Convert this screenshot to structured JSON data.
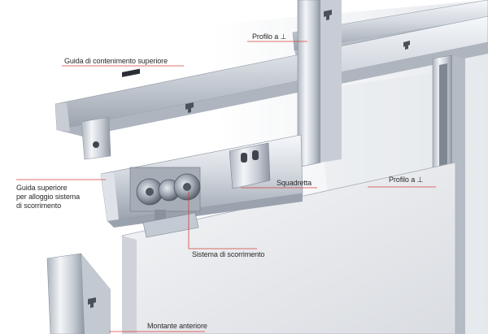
{
  "diagram": {
    "callouts": {
      "profilo_top": "Profilo a ⊥",
      "guida_contenimento": "Guida di contenimento superiore",
      "guida_superiore": [
        "Guida superiore",
        "per alloggio sistema",
        "di scorrimento"
      ],
      "squadretta": "Squadretta",
      "profilo_right": "Profilo a ⊥",
      "sistema": "Sistema di scorrimento",
      "montante": "Montante anteriore"
    },
    "colors": {
      "leader": "#d8403a",
      "metal_light": "#eef1f5",
      "metal_mid": "#c4cad3",
      "metal_dark": "#8a929e",
      "panel": "#e9ebee",
      "roller": "#7e8793"
    }
  }
}
